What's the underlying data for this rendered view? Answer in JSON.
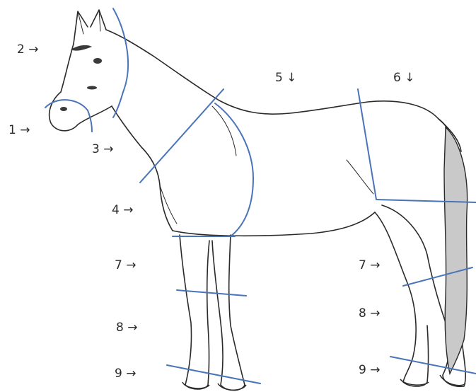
{
  "labels": {
    "l1": "1 →",
    "l2": "2 →",
    "l3": "3 →",
    "l4": "4 →",
    "l5": "5 ↓",
    "l6": "6 ↓",
    "l7a": "7 →",
    "l7b": "7 →",
    "l8a": "8 →",
    "l8b": "8 →",
    "l9a": "9 →",
    "l9b": "9 →"
  },
  "colors": {
    "outline": "#2a2a2a",
    "division_lines": "#4a74b8",
    "background": "#ffffff"
  }
}
